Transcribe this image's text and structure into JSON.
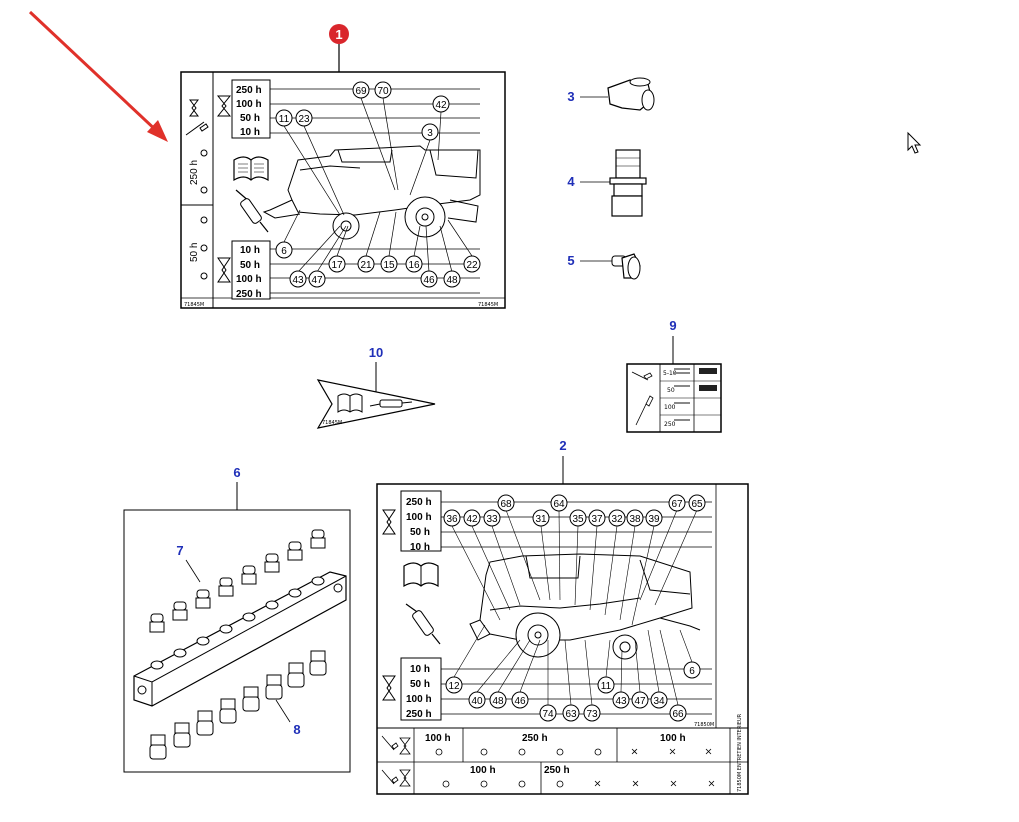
{
  "callouts": {
    "main_badge": "1",
    "grease_fitting_angle": "3",
    "grease_fitting_straight": "4",
    "grease_fitting_short": "5",
    "decal_lube_chart_large": "2",
    "manifold_block": "6",
    "manifold_nipples_top": "7",
    "manifold_nipples_bottom": "8",
    "decal_lube_table": "9",
    "decal_arrow": "10"
  },
  "decal1": {
    "top_intervals": [
      "250 h",
      "100 h",
      "50 h",
      "10 h"
    ],
    "bottom_intervals": [
      "10 h",
      "50 h",
      "100 h",
      "250 h"
    ],
    "side_label_top": "250 h",
    "side_label_bottom": "50 h",
    "top_numbers": [
      "69",
      "70",
      "42",
      "11",
      "23",
      "3"
    ],
    "bottom_numbers": [
      "6",
      "17",
      "21",
      "15",
      "16",
      "22",
      "43",
      "47",
      "46",
      "48"
    ],
    "code_left": "71845M",
    "code_right": "71845M"
  },
  "decal2": {
    "top_intervals": [
      "250 h",
      "100 h",
      "50 h",
      "10 h"
    ],
    "bottom_intervals": [
      "10 h",
      "50 h",
      "100 h",
      "250 h"
    ],
    "top_numbers": [
      "68",
      "64",
      "67",
      "65",
      "36",
      "42",
      "33",
      "31",
      "35",
      "37",
      "32",
      "38",
      "39"
    ],
    "bottom_numbers": [
      "6",
      "12",
      "11",
      "40",
      "48",
      "46",
      "43",
      "47",
      "34",
      "74",
      "63",
      "73",
      "66"
    ],
    "code": "71850M",
    "footer_row1": [
      "100 h",
      "250 h",
      "100 h"
    ],
    "footer_row2": [
      "100 h",
      "250 h"
    ],
    "side_text": "71850M ENTRETIEN INTERIEUR"
  },
  "decal9": {
    "rows": [
      "5-10",
      "50",
      "100",
      "250"
    ]
  },
  "decal10": {
    "code": "71845M"
  },
  "colors": {
    "callout_blue": "#1f2fb8",
    "badge_red": "#d9262c",
    "arrow_red": "#e0312a"
  }
}
